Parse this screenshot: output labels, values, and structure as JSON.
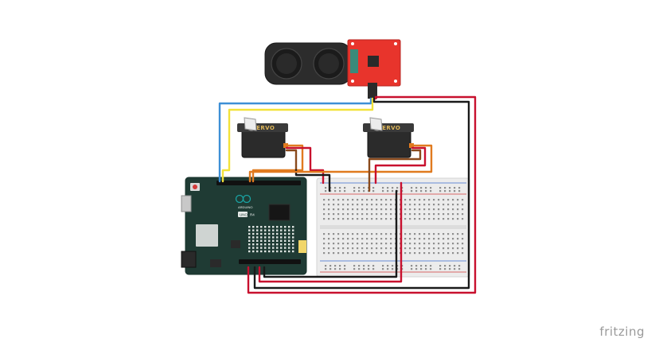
{
  "watermark": "fritzing",
  "components": {
    "ultrasonic_sensor": {
      "icon": "ultrasonic-sensor-icon",
      "board_color": "#e8342c"
    },
    "servo_left": {
      "label": "SERVO"
    },
    "servo_right": {
      "label": "SERVO"
    },
    "arduino": {
      "board_color": "#1f3b34",
      "mark_uno": "UNO",
      "mark_r4": "R4",
      "mark_brand": "ARDUINO"
    },
    "breadboard": {
      "icon": "breadboard-icon"
    }
  },
  "wire_colors": {
    "blue": "#3d8fd6",
    "yellow": "#f2e23a",
    "red": "#c8102e",
    "black": "#1a1a1a",
    "orange": "#e07a1f",
    "brown": "#8a4a1c"
  }
}
